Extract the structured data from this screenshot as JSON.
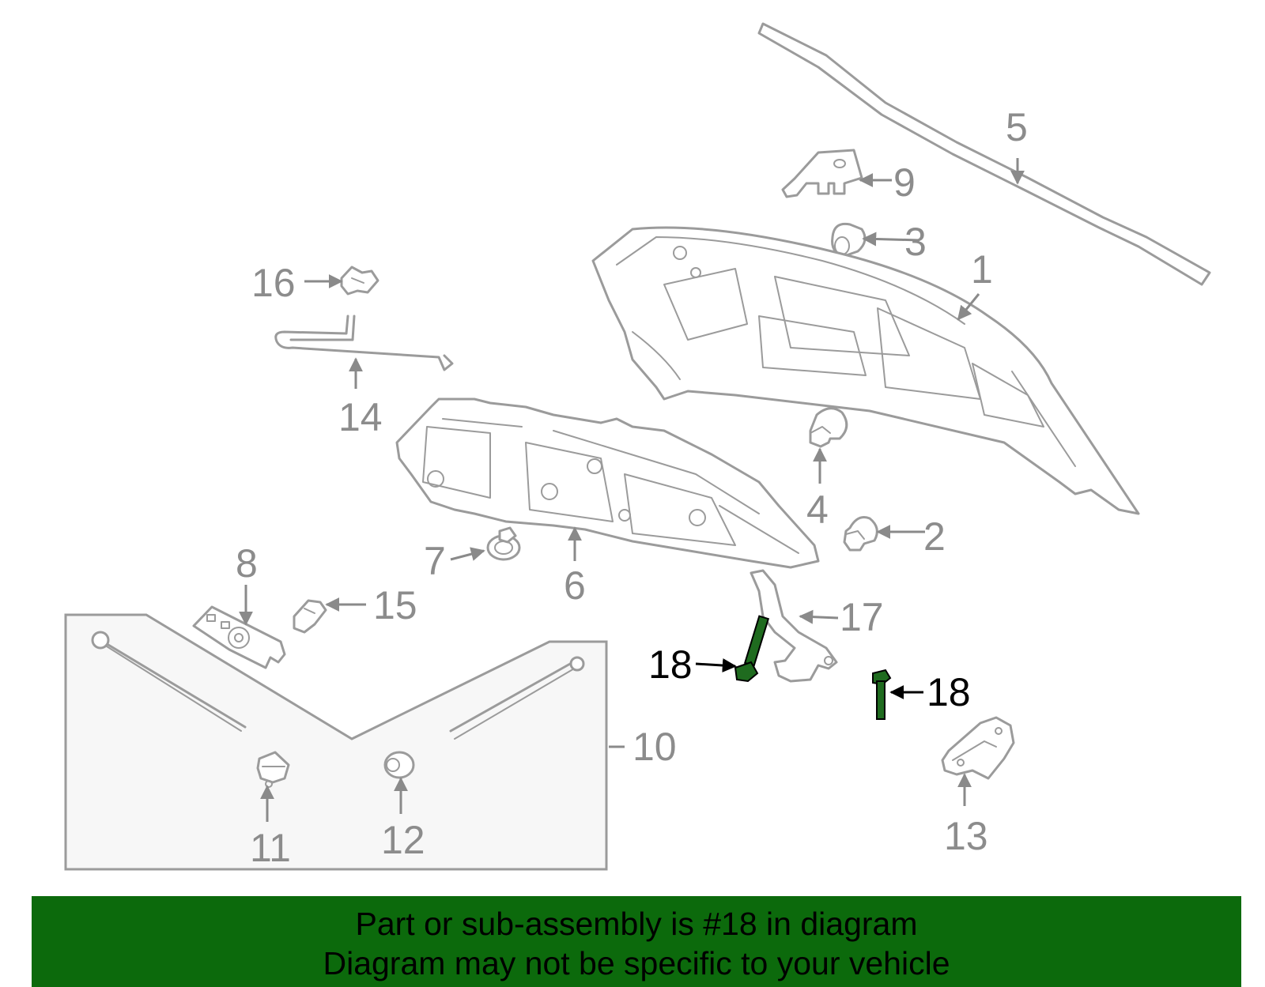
{
  "callouts": {
    "c1": "1",
    "c2": "2",
    "c3": "3",
    "c4": "4",
    "c5": "5",
    "c6": "6",
    "c7": "7",
    "c8": "8",
    "c9": "9",
    "c10": "10",
    "c11": "11",
    "c12": "12",
    "c13": "13",
    "c14": "14",
    "c15": "15",
    "c16": "16",
    "c17": "17",
    "c18a": "18",
    "c18b": "18"
  },
  "highlight_part": "18",
  "colors": {
    "line_art": "#9b9b9b",
    "highlight_part": "#1f6b1f",
    "banner_bg": "#0c6a0c",
    "banner_text": "#000000",
    "subassembly_box": "#f7f7f7"
  },
  "banner": {
    "line1": "Part or sub-assembly is #18 in diagram",
    "line2": "Diagram may not be specific to your vehicle"
  }
}
